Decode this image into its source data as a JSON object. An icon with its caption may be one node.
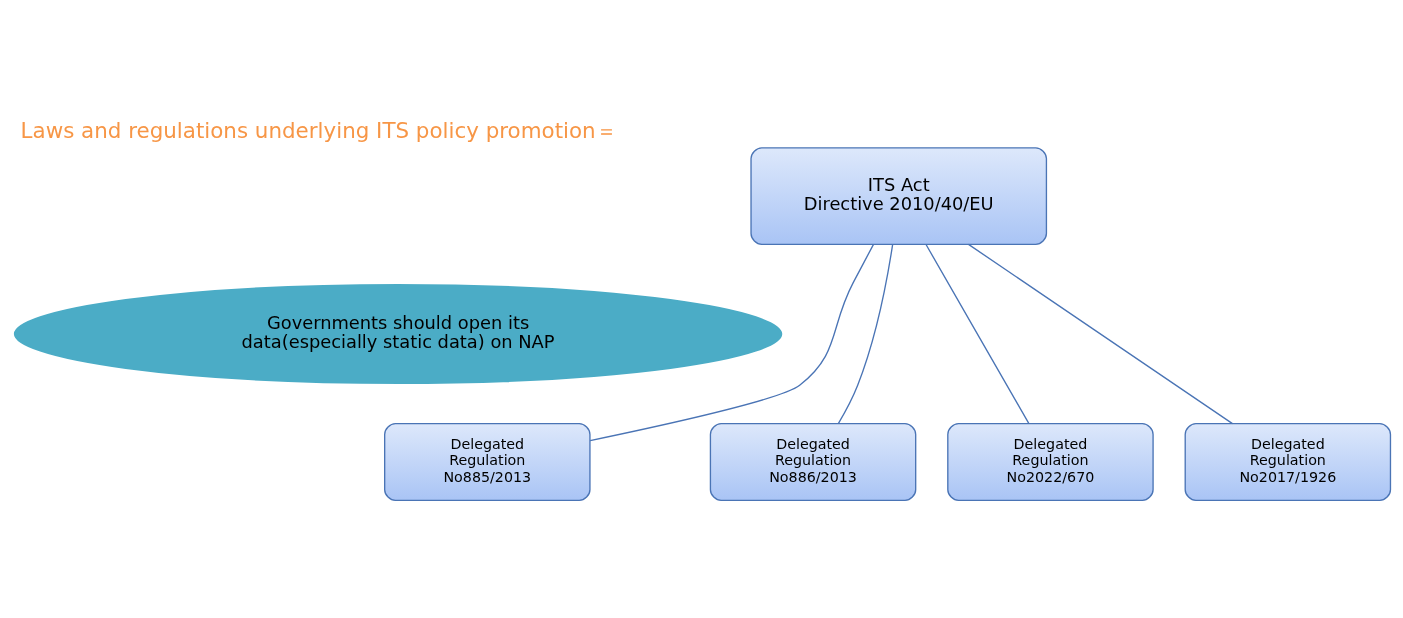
{
  "diagram": {
    "title": "Laws and regulations underlying ITS policy promotion＝",
    "nodes": [
      {
        "text": [
          "ITS Act Directive 2010/40/EU"
        ]
      },
      {
        "text": [
          "Governments should open its data(especially static data) on NAP"
        ]
      },
      {
        "text": [
          "Delegated Regulation No885/2013"
        ]
      },
      {
        "text": [
          "Delegated Regulation No886/2013"
        ]
      },
      {
        "text": [
          "Delegated Regulation No2022/670"
        ]
      },
      {
        "text": [
          "Delegated Regulation No2017/1926"
        ]
      }
    ],
    "edges": [
      {
        "from": 0,
        "to": 2,
        "arrow": "none"
      },
      {
        "from": 0,
        "to": 3,
        "arrow": "none"
      },
      {
        "from": 0,
        "to": 4,
        "arrow": "none"
      },
      {
        "from": 0,
        "to": 5,
        "arrow": "none"
      }
    ]
  }
}
